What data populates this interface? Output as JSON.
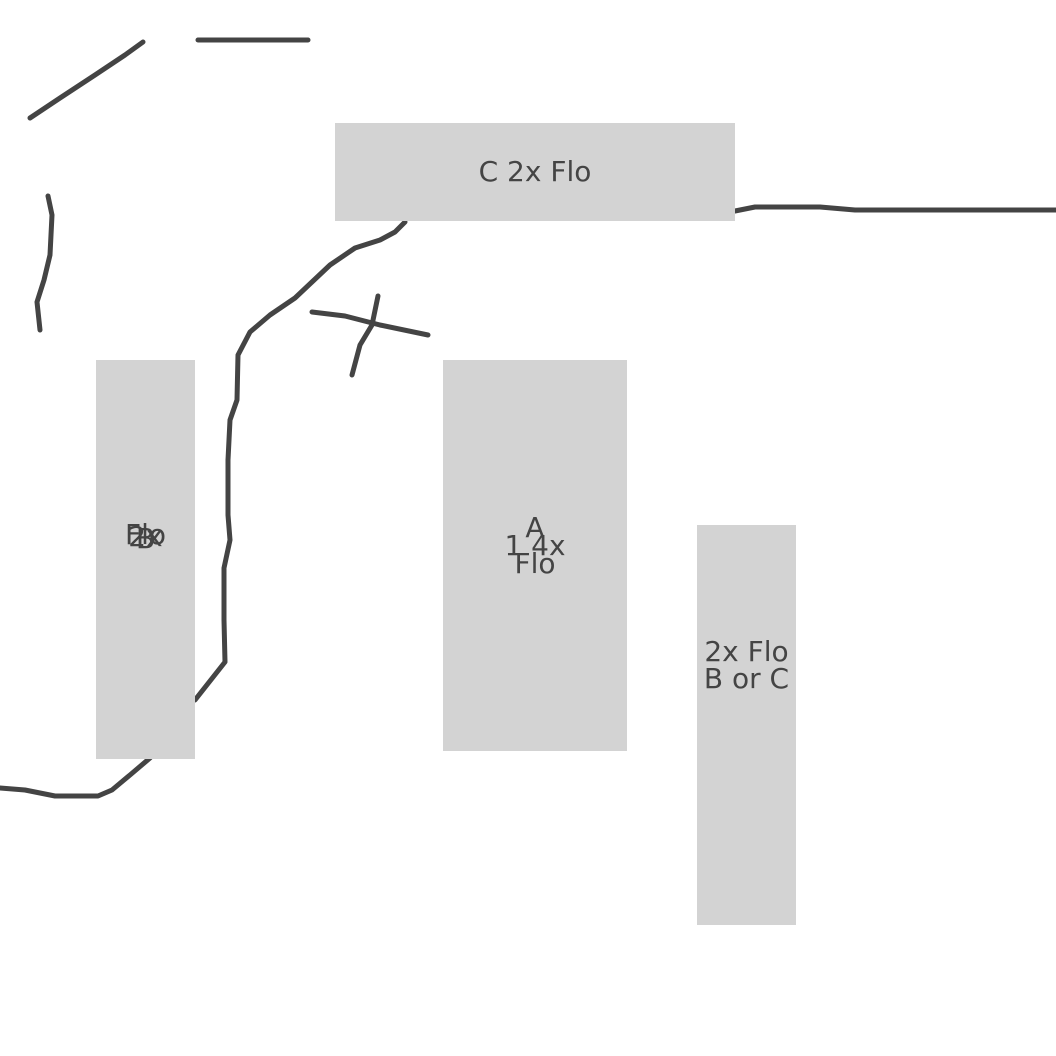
{
  "colors": {
    "box_fill": "#d3d3d3",
    "ink": "#444444",
    "background": "#ffffff"
  },
  "boxes": {
    "c": {
      "lines": [
        "C 2x Flo"
      ]
    },
    "b": {
      "lines": [
        "B",
        "2x",
        "Flo"
      ]
    },
    "a": {
      "lines": [
        "A",
        "1 4x",
        "Flo"
      ]
    },
    "b_or_c": {
      "lines": [
        "B or C",
        "2x Flo"
      ]
    }
  }
}
